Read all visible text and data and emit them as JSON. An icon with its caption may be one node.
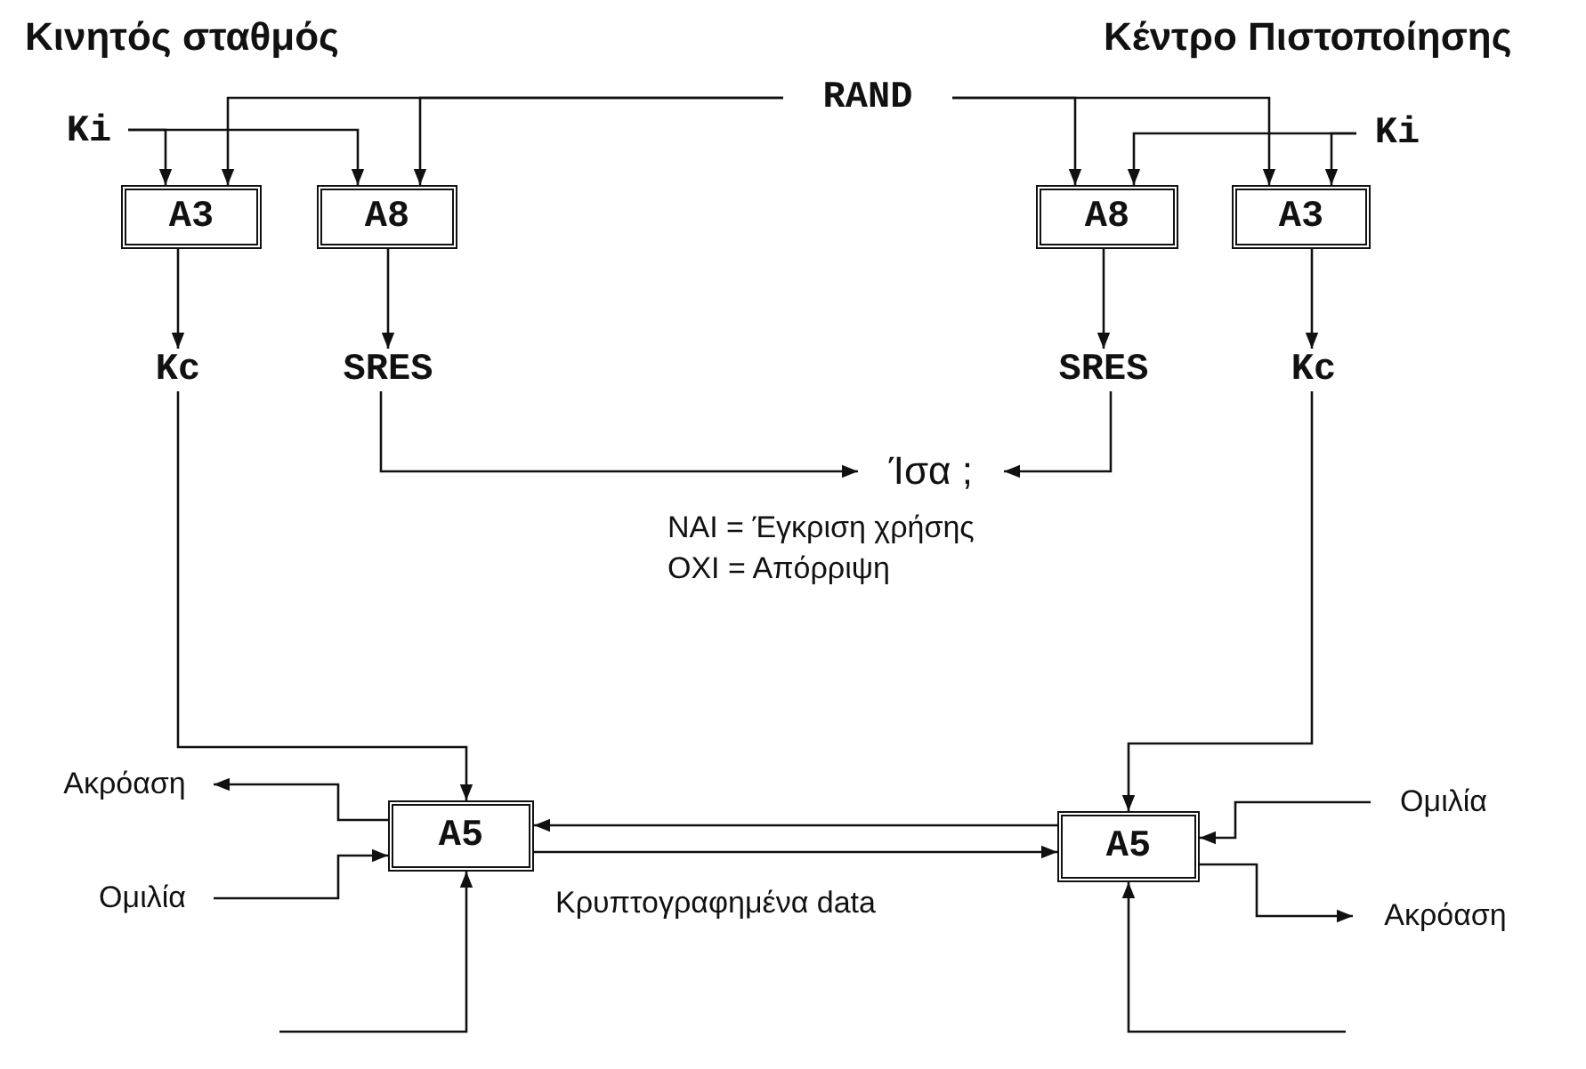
{
  "diagram": {
    "nodes": [
      {
        "text": [
          "Ki"
        ]
      },
      {
        "text": [
          "RAND"
        ]
      },
      {
        "text": [
          "Ki"
        ]
      },
      {
        "text": [
          "A3"
        ]
      },
      {
        "text": [
          "A8"
        ]
      },
      {
        "text": [
          "A8"
        ]
      },
      {
        "text": [
          "A3"
        ]
      },
      {
        "text": [
          "Kc"
        ]
      },
      {
        "text": [
          "SRES"
        ]
      },
      {
        "text": [
          "SRES"
        ]
      },
      {
        "text": [
          "Kc"
        ]
      },
      {
        "text": [
          "Ίσα ;"
        ]
      },
      {
        "text": [
          "A5"
        ]
      },
      {
        "text": [
          "A5"
        ]
      },
      {
        "text": [
          "Ακρόαση"
        ]
      },
      {
        "text": [
          "Ομιλία"
        ]
      },
      {
        "text": [
          "Ομιλία"
        ]
      },
      {
        "text": [
          "Ακρόαση"
        ]
      }
    ],
    "edges": [
      {
        "from": 0,
        "to": 3,
        "arrow": "to"
      },
      {
        "from": 0,
        "to": 4,
        "arrow": "to"
      },
      {
        "from": 1,
        "to": 3,
        "arrow": "to"
      },
      {
        "from": 1,
        "to": 4,
        "arrow": "to"
      },
      {
        "from": 1,
        "to": 5,
        "arrow": "to"
      },
      {
        "from": 1,
        "to": 6,
        "arrow": "to"
      },
      {
        "from": 2,
        "to": 5,
        "arrow": "to"
      },
      {
        "from": 2,
        "to": 6,
        "arrow": "to"
      },
      {
        "from": 3,
        "to": 7,
        "arrow": "to"
      },
      {
        "from": 4,
        "to": 8,
        "arrow": "to"
      },
      {
        "from": 5,
        "to": 9,
        "arrow": "to"
      },
      {
        "from": 6,
        "to": 10,
        "arrow": "to"
      },
      {
        "from": 8,
        "to": 11,
        "arrow": "to"
      },
      {
        "from": 9,
        "to": 11,
        "arrow": "to"
      },
      {
        "from": 7,
        "to": 12,
        "arrow": "to"
      },
      {
        "from": 10,
        "to": 13,
        "arrow": "to"
      },
      {
        "from": 12,
        "to": 14,
        "arrow": "to"
      },
      {
        "from": 15,
        "to": 12,
        "arrow": "to"
      },
      {
        "from": 13,
        "to": 12,
        "arrow": "to"
      },
      {
        "from": 12,
        "to": 13,
        "arrow": "to",
        "label": "Κρυπτογραφημένα data"
      },
      {
        "from": 16,
        "to": 13,
        "arrow": "to"
      },
      {
        "from": 13,
        "to": 17,
        "arrow": "to"
      },
      {
        "from": null,
        "to": 12,
        "arrow": "to"
      },
      {
        "from": null,
        "to": 13,
        "arrow": "to"
      }
    ],
    "labels": [
      "Κινητός σταθμός",
      "Κέντρο Πιστοποίησης",
      "ΝΑΙ = Έγκριση χρήσης",
      "ΟΧΙ = Απόρριψη"
    ]
  }
}
